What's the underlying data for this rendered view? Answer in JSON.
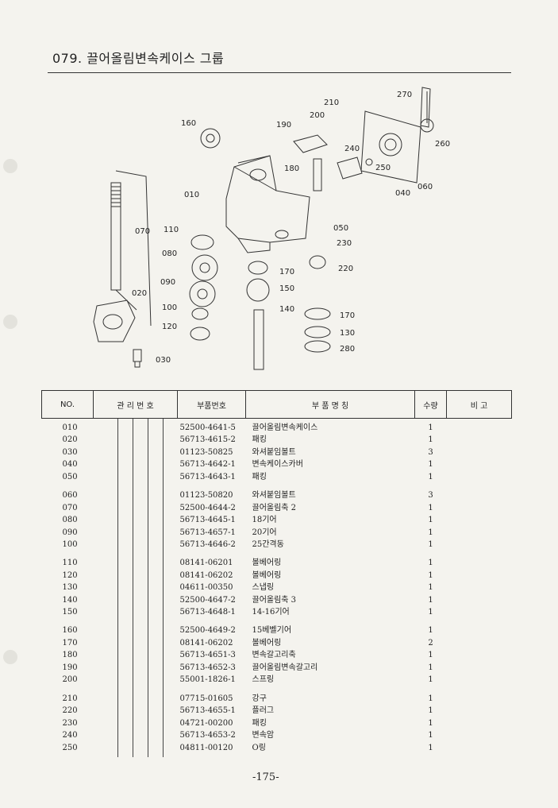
{
  "page": {
    "title": "079. 끌어올림변속케이스 그룹",
    "page_number": "-175-"
  },
  "diagram": {
    "callouts": [
      "210",
      "200",
      "190",
      "160",
      "270",
      "260",
      "240",
      "250",
      "180",
      "010",
      "040",
      "060",
      "070",
      "050",
      "110",
      "230",
      "080",
      "220",
      "170",
      "090",
      "150",
      "020",
      "100",
      "140",
      "170",
      "120",
      "130",
      "280",
      "030"
    ]
  },
  "table": {
    "headers": {
      "no": "NO.",
      "mgmt": "관 리 번 호",
      "part_no": "부품번호",
      "part_name": "부 품 명 칭",
      "qty": "수량",
      "remark": "비 고"
    },
    "groups": [
      {
        "rows": [
          {
            "no": "010",
            "part_no": "52500-4641-5",
            "name": "끌어올림변속케이스",
            "qty": "1"
          },
          {
            "no": "020",
            "part_no": "56713-4615-2",
            "name": "패킹",
            "qty": "1"
          },
          {
            "no": "030",
            "part_no": "01123-50825",
            "name": "와셔붙임볼트",
            "qty": "3"
          },
          {
            "no": "040",
            "part_no": "56713-4642-1",
            "name": "변속케이스카버",
            "qty": "1"
          },
          {
            "no": "050",
            "part_no": "56713-4643-1",
            "name": "패킹",
            "qty": "1"
          }
        ]
      },
      {
        "rows": [
          {
            "no": "060",
            "part_no": "01123-50820",
            "name": "와셔붙임볼트",
            "qty": "3"
          },
          {
            "no": "070",
            "part_no": "52500-4644-2",
            "name": "끌어올림축 2",
            "qty": "1"
          },
          {
            "no": "080",
            "part_no": "56713-4645-1",
            "name": "18기어",
            "qty": "1"
          },
          {
            "no": "090",
            "part_no": "56713-4657-1",
            "name": "20기어",
            "qty": "1"
          },
          {
            "no": "100",
            "part_no": "56713-4646-2",
            "name": "25간격동",
            "qty": "1"
          }
        ]
      },
      {
        "rows": [
          {
            "no": "110",
            "part_no": "08141-06201",
            "name": "볼베어링",
            "qty": "1"
          },
          {
            "no": "120",
            "part_no": "08141-06202",
            "name": "볼베어링",
            "qty": "1"
          },
          {
            "no": "130",
            "part_no": "04611-00350",
            "name": "스냅링",
            "qty": "1"
          },
          {
            "no": "140",
            "part_no": "52500-4647-2",
            "name": "끌어올림축 3",
            "qty": "1"
          },
          {
            "no": "150",
            "part_no": "56713-4648-1",
            "name": "14-16기어",
            "qty": "1"
          }
        ]
      },
      {
        "rows": [
          {
            "no": "160",
            "part_no": "52500-4649-2",
            "name": "15베벨기어",
            "qty": "1"
          },
          {
            "no": "170",
            "part_no": "08141-06202",
            "name": "볼베어링",
            "qty": "2"
          },
          {
            "no": "180",
            "part_no": "56713-4651-3",
            "name": "변속갈고리축",
            "qty": "1"
          },
          {
            "no": "190",
            "part_no": "56713-4652-3",
            "name": "끌어올림변속갈고리",
            "qty": "1"
          },
          {
            "no": "200",
            "part_no": "55001-1826-1",
            "name": "스프링",
            "qty": "1"
          }
        ]
      },
      {
        "rows": [
          {
            "no": "210",
            "part_no": "07715-01605",
            "name": "강구",
            "qty": "1"
          },
          {
            "no": "220",
            "part_no": "56713-4655-1",
            "name": "플러그",
            "qty": "1"
          },
          {
            "no": "230",
            "part_no": "04721-00200",
            "name": "패킹",
            "qty": "1"
          },
          {
            "no": "240",
            "part_no": "56713-4653-2",
            "name": "변속암",
            "qty": "1"
          },
          {
            "no": "250",
            "part_no": "04811-00120",
            "name": "O링",
            "qty": "1"
          }
        ]
      }
    ]
  }
}
